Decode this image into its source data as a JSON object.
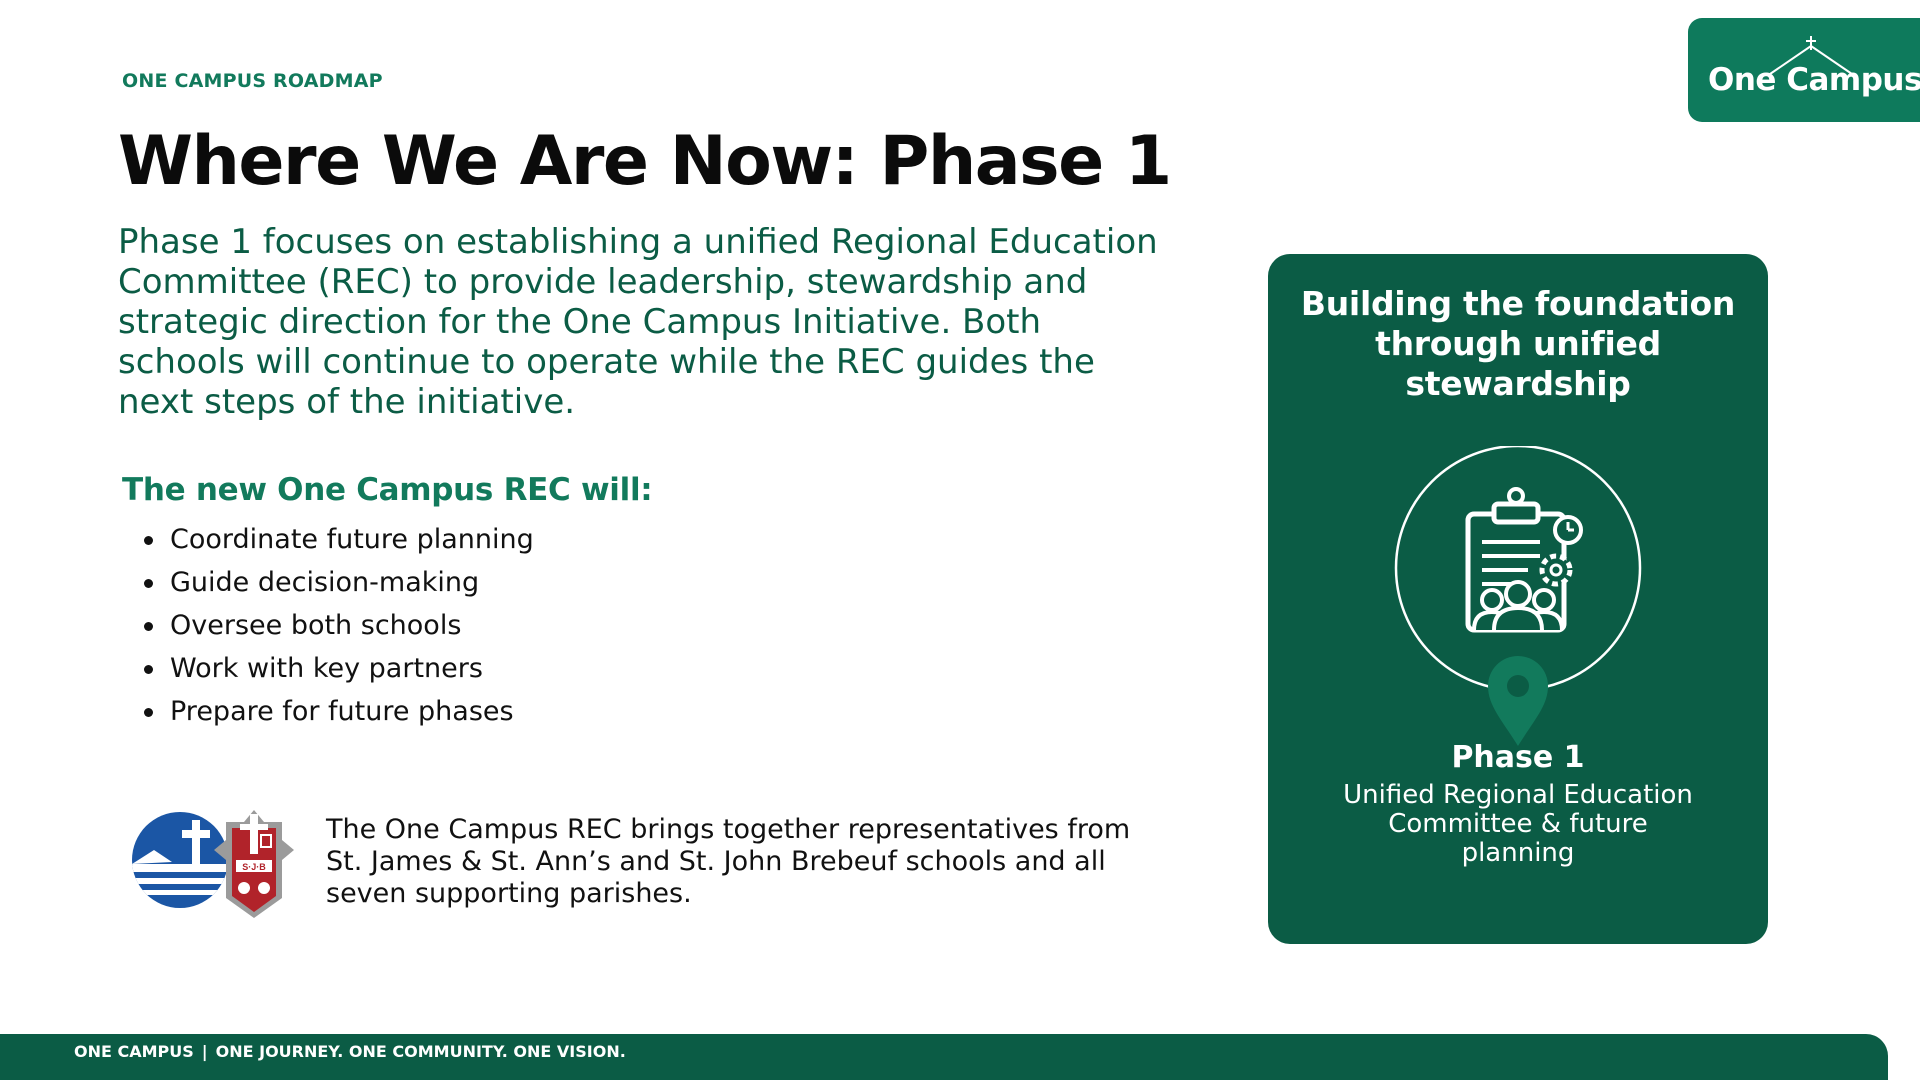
{
  "eyebrow": "ONE CAMPUS ROADMAP",
  "title": "Where We Are Now: Phase 1",
  "intro": "Phase 1 focuses on establishing a unified Regional Education Committee (REC) to provide leadership, stewardship and strategic direction for the One Campus Initiative. Both schools will continue to operate while the REC guides the next steps of the initiative.",
  "rec_heading": "The new One Campus REC will:",
  "bullets": [
    "Coordinate future planning",
    "Guide decision-making",
    "Oversee both schools",
    "Work with key partners",
    "Prepare for future phases"
  ],
  "footnote": "The One Campus REC brings together representatives from St. James & St. Ann’s and St. John Brebeuf schools and all seven supporting parishes.",
  "crest_letters": "S·J·B",
  "badge": {
    "text": "One Campus"
  },
  "card": {
    "title": "Building the foundation through unified stewardship",
    "phase_label": "Phase 1",
    "phase_desc": "Unified Regional Education Committee & future planning"
  },
  "footer": {
    "left": "ONE CAMPUS",
    "separator": "|",
    "right": "ONE JOURNEY. ONE COMMUNITY. ONE VISION."
  },
  "colors": {
    "primary_dark": "#0b5c45",
    "accent_green": "#127a5c",
    "badge_green": "#0e7a5c",
    "crest_red": "#b1232a",
    "logo_blue": "#1b56a5"
  },
  "icons": {
    "logo": "parish-cross-logo",
    "crest": "school-crest",
    "card_graphic": "clipboard-team-icon",
    "marker": "map-pin-icon"
  }
}
